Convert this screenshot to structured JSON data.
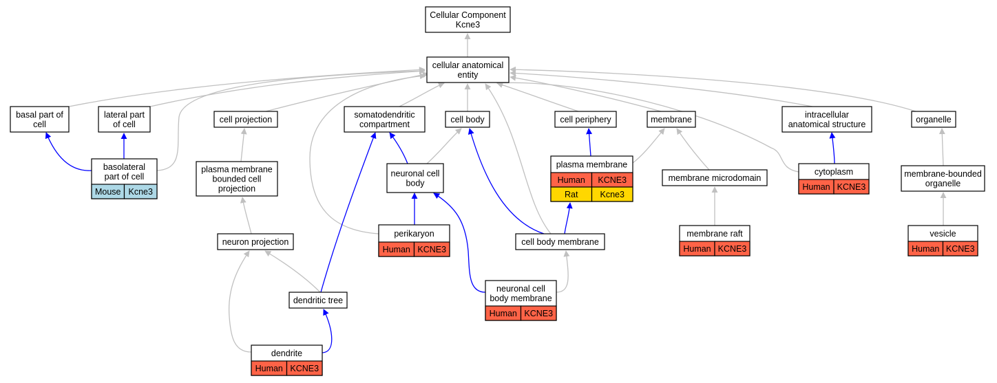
{
  "colors": {
    "gray_edge": "#c0c0c0",
    "blue_edge": "#0000ff",
    "human_badge": "#ff6347",
    "rat_badge": "#ffd700",
    "mouse_badge": "#add8e6"
  },
  "nodes": {
    "root": {
      "lines": [
        "Cellular Component",
        "Kcne3"
      ],
      "badges": []
    },
    "cae": {
      "lines": [
        "cellular anatomical",
        "entity"
      ],
      "badges": []
    },
    "basal": {
      "lines": [
        "basal part of",
        "cell"
      ],
      "badges": []
    },
    "lateral": {
      "lines": [
        "lateral part",
        "of cell"
      ],
      "badges": []
    },
    "cellproj": {
      "lines": [
        "cell projection"
      ],
      "badges": []
    },
    "somato": {
      "lines": [
        "somatodendritic",
        "compartment"
      ],
      "badges": []
    },
    "cellbody": {
      "lines": [
        "cell body"
      ],
      "badges": []
    },
    "periphery": {
      "lines": [
        "cell periphery"
      ],
      "badges": []
    },
    "membrane": {
      "lines": [
        "membrane"
      ],
      "badges": []
    },
    "intracell": {
      "lines": [
        "intracellular",
        "anatomical structure"
      ],
      "badges": []
    },
    "organelle": {
      "lines": [
        "organelle"
      ],
      "badges": []
    },
    "basolateral": {
      "lines": [
        "basolateral",
        "part of cell"
      ],
      "badges": [
        [
          "Mouse",
          "Kcne3"
        ]
      ]
    },
    "pmbcp": {
      "lines": [
        "plasma membrane",
        "bounded cell",
        "projection"
      ],
      "badges": []
    },
    "ncb": {
      "lines": [
        "neuronal cell",
        "body"
      ],
      "badges": []
    },
    "plasmamem": {
      "lines": [
        "plasma membrane"
      ],
      "badges": [
        [
          "Human",
          "KCNE3"
        ],
        [
          "Rat",
          "Kcne3"
        ]
      ]
    },
    "memmicro": {
      "lines": [
        "membrane microdomain"
      ],
      "badges": []
    },
    "cytoplasm": {
      "lines": [
        "cytoplasm"
      ],
      "badges": [
        [
          "Human",
          "KCNE3"
        ]
      ]
    },
    "mbo": {
      "lines": [
        "membrane-bounded",
        "organelle"
      ],
      "badges": []
    },
    "perikaryon": {
      "lines": [
        "perikaryon"
      ],
      "badges": [
        [
          "Human",
          "KCNE3"
        ]
      ]
    },
    "neuronproj": {
      "lines": [
        "neuron projection"
      ],
      "badges": []
    },
    "cbm": {
      "lines": [
        "cell body membrane"
      ],
      "badges": []
    },
    "memraft": {
      "lines": [
        "membrane raft"
      ],
      "badges": [
        [
          "Human",
          "KCNE3"
        ]
      ]
    },
    "vesicle": {
      "lines": [
        "vesicle"
      ],
      "badges": [
        [
          "Human",
          "KCNE3"
        ]
      ]
    },
    "dendtree": {
      "lines": [
        "dendritic tree"
      ],
      "badges": []
    },
    "ncbm": {
      "lines": [
        "neuronal cell",
        "body membrane"
      ],
      "badges": [
        [
          "Human",
          "KCNE3"
        ]
      ]
    },
    "dendrite": {
      "lines": [
        "dendrite"
      ],
      "badges": [
        [
          "Human",
          "KCNE3"
        ]
      ]
    }
  }
}
